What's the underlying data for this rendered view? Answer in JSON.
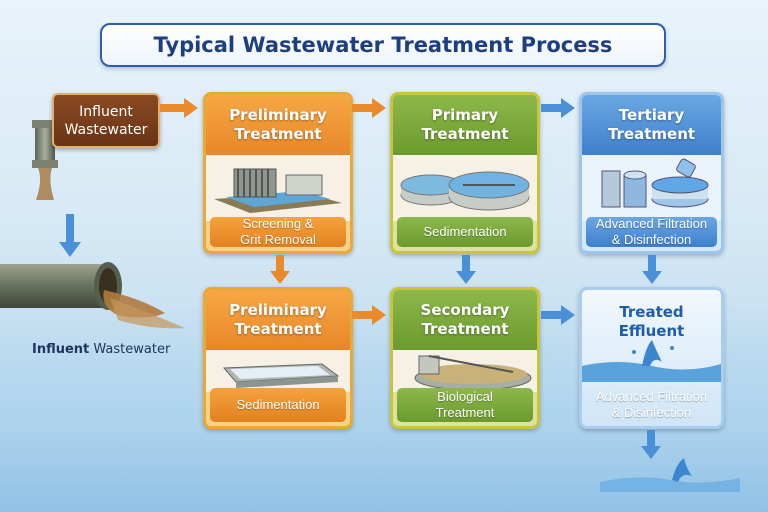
{
  "title": "Typical Wastewater Treatment Process",
  "influent_box": {
    "line1": "Influent",
    "line2": "Wastewater"
  },
  "influent_label": {
    "bold": "Influent",
    "rest": " Wastewater"
  },
  "stages": {
    "prelim_top": {
      "title1": "Preliminary",
      "title2": "Treatment",
      "caption1": "Screening &",
      "caption2": "Grit Removal"
    },
    "primary": {
      "title1": "Primary",
      "title2": "Treatment",
      "caption1": "Sedimentation",
      "caption2": ""
    },
    "tertiary": {
      "title1": "Tertiary",
      "title2": "Treatment",
      "caption1": "Advanced Filtration",
      "caption2": "& Disinfection"
    },
    "prelim_bottom": {
      "title1": "Preliminary",
      "title2": "Treatment",
      "caption1": "Sedimentation",
      "caption2": ""
    },
    "secondary": {
      "title1": "Secondary",
      "title2": "Treatment",
      "caption1": "Biological",
      "caption2": "Treatment"
    },
    "treated": {
      "title1": "Treated",
      "title2": "Effluent",
      "caption1": "Advanced Filtration",
      "caption2": "& Disinfection"
    }
  },
  "colors": {
    "title_text": "#1d3f80",
    "orange": "#e8862a",
    "green": "#6b9a2e",
    "blue": "#3f80cc",
    "brown": "#6a3415",
    "arrow_orange": "#ea8a2a",
    "arrow_blue": "#4a90d9"
  },
  "icons": [
    "pipe-icon",
    "screen-chamber-icon",
    "clarifier-icon",
    "filter-tanks-icon",
    "settling-tank-icon",
    "aeration-tank-icon",
    "water-splash-icon",
    "arrow-icon"
  ]
}
